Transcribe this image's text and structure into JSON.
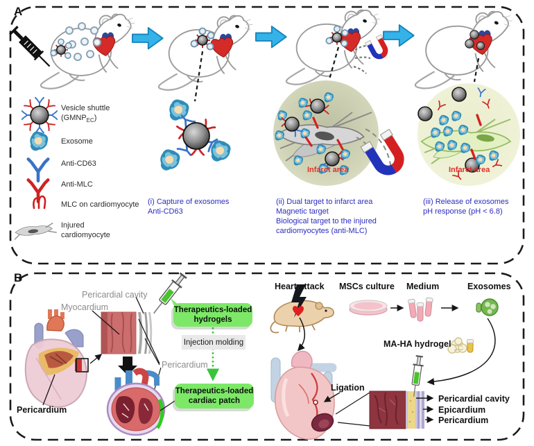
{
  "panelA": {
    "label": "A",
    "legend": {
      "items": [
        {
          "line1": "Vesicle shuttle",
          "gmnp_pre": "(GMNP",
          "gmnp_sub": "EC",
          "gmnp_post": ")",
          "icon": "vesicle-shuttle-icon"
        },
        {
          "label": "Exosome",
          "icon": "exosome-icon"
        },
        {
          "label": "Anti-CD63",
          "icon": "anti-cd63-icon"
        },
        {
          "label": "Anti-MLC",
          "icon": "anti-mlc-icon"
        },
        {
          "label": "MLC on cardiomyocyte",
          "icon": "mlc-icon"
        },
        {
          "label": "Injured\ncardiomyocyte",
          "icon": "injured-cardiomyocyte-icon"
        }
      ]
    },
    "captions": {
      "i": "(i) Capture of exosomes\n Anti-CD63",
      "ii": "(ii) Dual target to infarct area\nMagnetic target\nBiological target to the injured\ncardiomyocytes (anti-MLC)",
      "iii": "(iii) Release of exosomes\n pH response (pH < 6.8)"
    },
    "infarct_label_1": "Infarct area",
    "infarct_label_2": "Infarct area"
  },
  "panelB": {
    "label": "B",
    "left": {
      "pericardial_cavity": "Pericardial cavity",
      "myocardium": "Myocardium",
      "pericardium_heart": "Pericardium",
      "pericardium_layers": "Pericardium",
      "hydrogels_box": "Therapeutics-loaded\nhydrogels",
      "injection_molding": "Injection molding",
      "patch_box": "Therapeutics-loaded\ncardiac patch"
    },
    "right": {
      "heart_attack": "Heart attack",
      "mscs_culture": "MSCs culture",
      "medium": "Medium",
      "exosomes": "Exosomes",
      "ma_ha": "MA-HA hydrogel",
      "ligation": "Ligation",
      "layers": [
        "Pericardial cavity",
        "Epicardium",
        "Pericardium"
      ]
    }
  },
  "colors": {
    "accent_blue": "#35b3e9",
    "caption_blue": "#2b2bc0",
    "infarct_red": "#e23028",
    "green_box": "#7de868",
    "magnet_red": "#d42020",
    "magnet_blue": "#2233bb"
  }
}
